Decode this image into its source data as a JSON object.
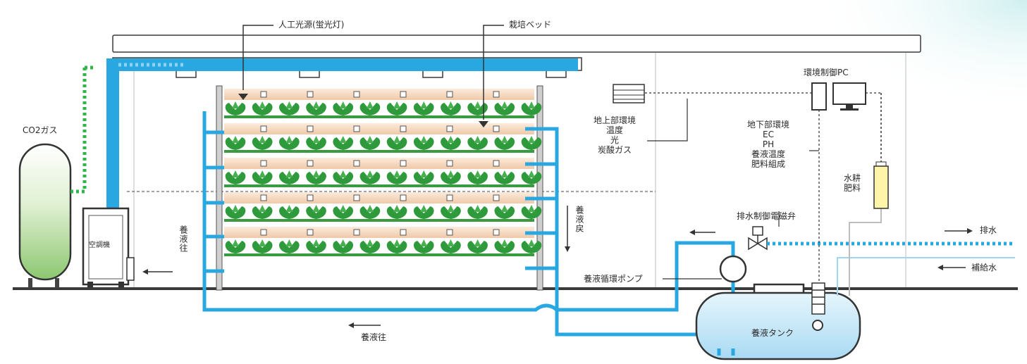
{
  "labels": {
    "artificial_light": "人工光源(蛍光灯)",
    "cultivation_bed": "栽培ベッド",
    "env_control_pc": "環境制御PC",
    "co2_gas": "CO2ガス",
    "air_conditioner": "空調機",
    "above_ground_env": [
      "地上部環境",
      "温度",
      "光",
      "炭酸ガス"
    ],
    "root_env": [
      "地下部環境",
      "EC",
      "PH",
      "養液温度",
      "肥料組成"
    ],
    "water_fertilizer": [
      "水耕",
      "肥料"
    ],
    "drain_valve": "排水制御電磁弁",
    "drain": "排水",
    "supply_water": "補給水",
    "circulation_pump": "養液循環ポンプ",
    "nutrient_tank": "養液タンク",
    "nutrient_flow_bottom": "養液往",
    "nutrient_flow_left": "養液往",
    "return_flow": "養液戻"
  },
  "colors": {
    "pipe": "#29a7e1",
    "co2_dotted": "#2fb84a",
    "plant": "#2f9a3b",
    "bed": "#f0c9a6",
    "tank_fill": "#bfe3f5",
    "co2_tank": "#9fd08a"
  },
  "grid": {
    "tiers": 5,
    "plants_per_tier": 12
  }
}
